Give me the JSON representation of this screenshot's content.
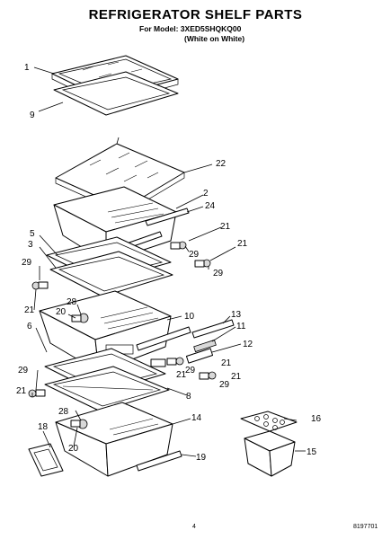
{
  "header": {
    "title": "REFRIGERATOR SHELF PARTS",
    "model_line": "For Model: 3XED5SHQKQ00",
    "color_line": "(White on White)"
  },
  "callouts": [
    "1",
    "9",
    "22",
    "2",
    "24",
    "21",
    "5",
    "3",
    "29",
    "21",
    "29",
    "29",
    "21",
    "28",
    "20",
    "6",
    "10",
    "13",
    "11",
    "12",
    "21",
    "29",
    "21",
    "29",
    "8",
    "29",
    "21",
    "28",
    "18",
    "20",
    "14",
    "16",
    "15",
    "19",
    "21"
  ],
  "footer": {
    "page_number": "4",
    "document_number": "8197701"
  }
}
